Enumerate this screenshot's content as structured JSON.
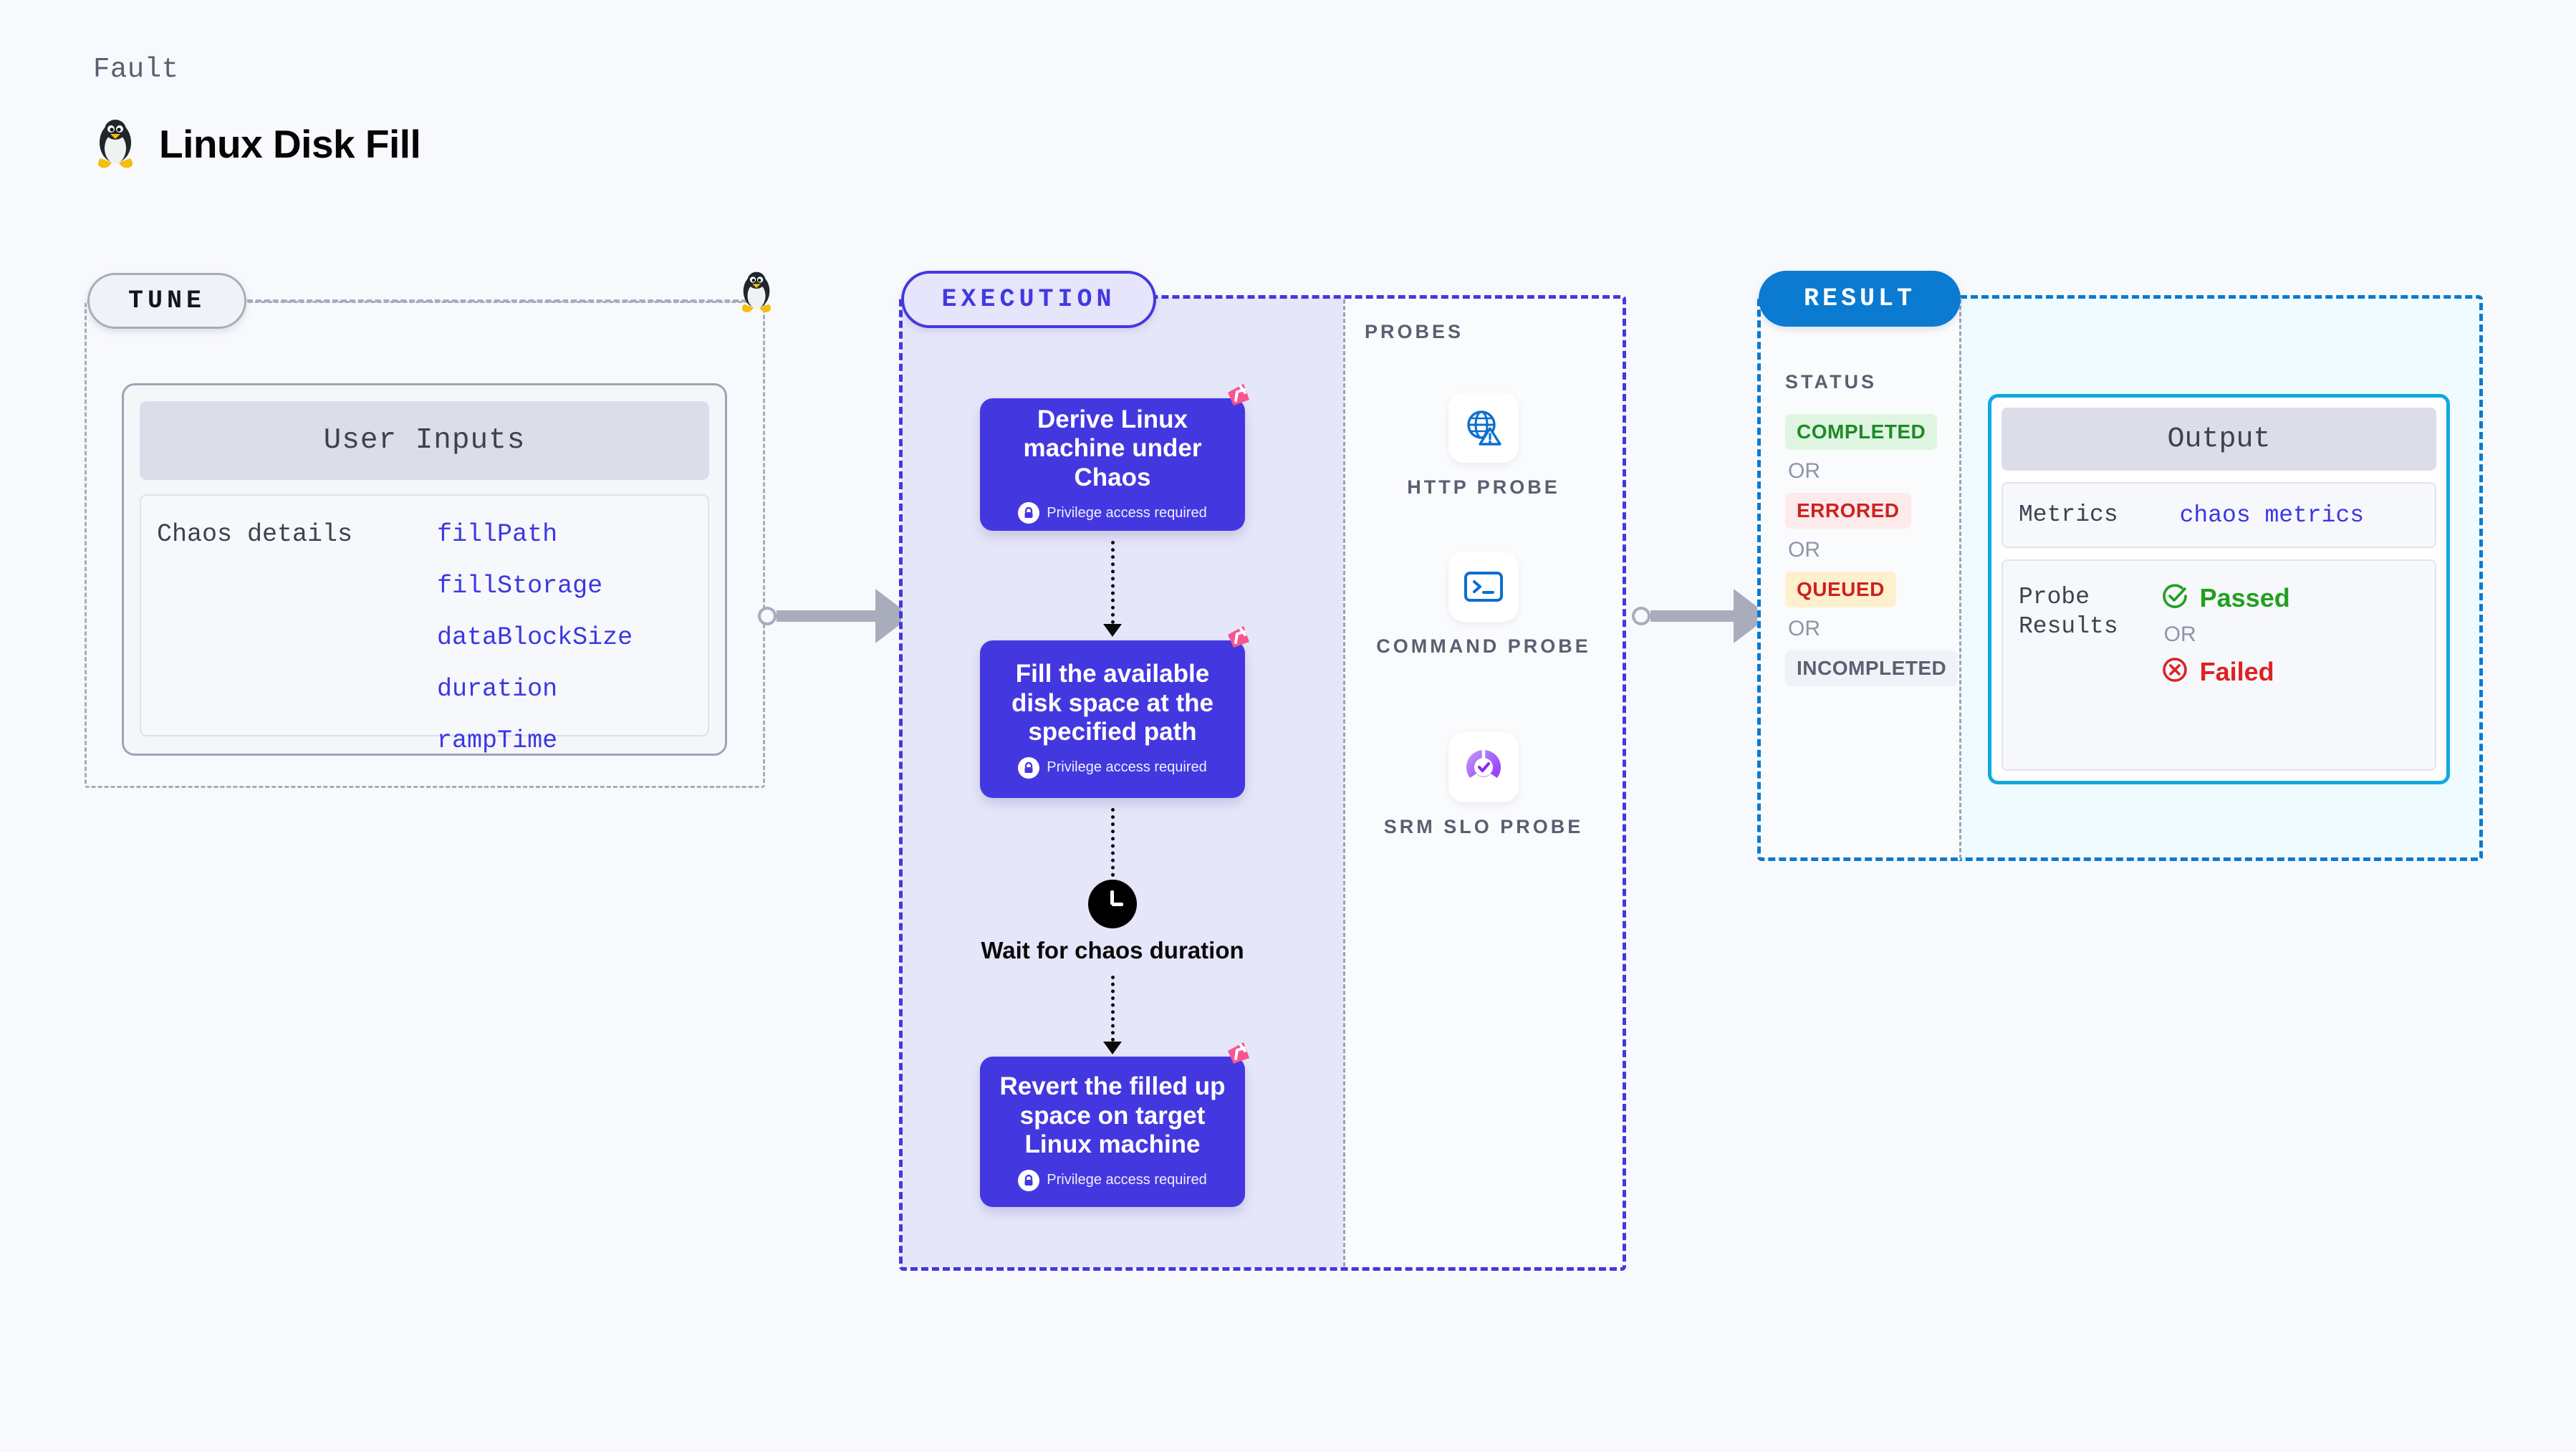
{
  "header": {
    "eyebrow": "Fault",
    "title": "Linux Disk Fill",
    "icon": "linux-penguin-icon"
  },
  "tune": {
    "badge": "TUNE",
    "card_title": "User Inputs",
    "section_label": "Chaos details",
    "inputs": [
      "fillPath",
      "fillStorage",
      "dataBlockSize",
      "duration",
      "rampTime"
    ]
  },
  "execution": {
    "badge": "EXECUTION",
    "privilege_note": "Privilege access required",
    "steps": [
      {
        "title": "Derive Linux machine under Chaos",
        "privilege": true,
        "flag": true
      },
      {
        "title": "Fill the available disk space at the specified path",
        "privilege": true,
        "flag": true
      }
    ],
    "wait": {
      "icon": "clock-icon",
      "label": "Wait for chaos duration"
    },
    "final_step": {
      "title": "Revert the filled up space on target Linux machine",
      "privilege": true,
      "flag": true
    }
  },
  "probes": {
    "label": "PROBES",
    "items": [
      {
        "label": "HTTP PROBE",
        "icon": "globe-warning-icon"
      },
      {
        "label": "COMMAND PROBE",
        "icon": "terminal-icon"
      },
      {
        "label": "SRM SLO PROBE",
        "icon": "srm-slo-icon"
      }
    ]
  },
  "result": {
    "badge": "RESULT",
    "status_label": "STATUS",
    "or_text": "OR",
    "statuses": [
      {
        "label": "COMPLETED",
        "bg": "#dff5e1",
        "fg": "#1f8a27"
      },
      {
        "label": "ERRORED",
        "bg": "#fdeaea",
        "fg": "#cc2222"
      },
      {
        "label": "QUEUED",
        "bg": "#fdf0cd",
        "fg": "#cc2222"
      },
      {
        "label": "INCOMPLETED",
        "bg": "#f1f2f7",
        "fg": "#5a6071"
      }
    ],
    "output": {
      "title": "Output",
      "metrics_key": "Metrics",
      "metrics_value": "chaos metrics",
      "probe_results_key": "Probe\nResults",
      "passed": "Passed",
      "failed": "Failed",
      "or_text": "OR"
    }
  },
  "colors": {
    "primary": "#4338e0",
    "result_blue": "#0b7ad1",
    "output_border": "#12a8e0",
    "flag_pink": "#f9548f",
    "passed_green": "#20a020",
    "failed_red": "#dd2222"
  }
}
